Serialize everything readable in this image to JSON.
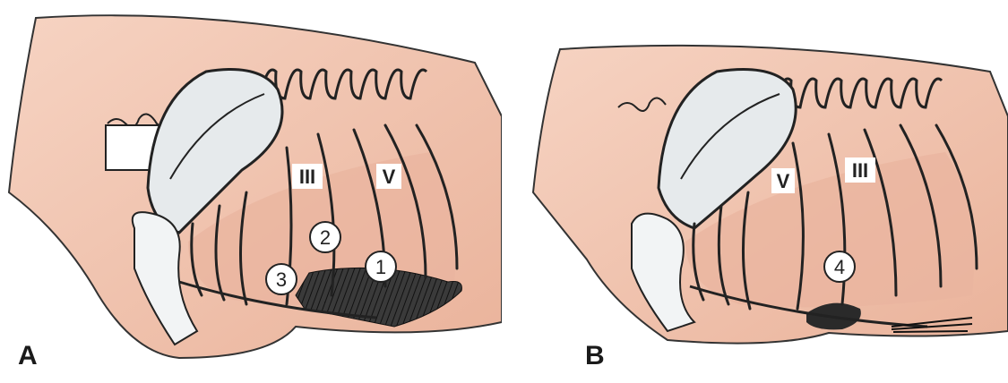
{
  "figure": {
    "panels": [
      {
        "letter": "A",
        "rib_labels": [
          "III",
          "V"
        ],
        "site_markers": [
          "1",
          "2",
          "3"
        ]
      },
      {
        "letter": "B",
        "rib_labels": [
          "V",
          "III"
        ],
        "site_markers": [
          "4"
        ]
      }
    ]
  },
  "colors": {
    "skin": "#f2c6b0",
    "bone": "#e8ecee",
    "bone_outline": "#2a2a2a",
    "heart_area": "#3a3a3a"
  }
}
